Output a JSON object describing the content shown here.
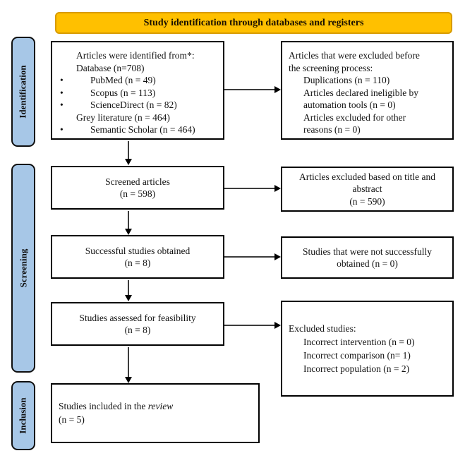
{
  "banner": {
    "title": "Study identification through databases and registers"
  },
  "stages": [
    {
      "label": "Identification"
    },
    {
      "label": "Screening"
    },
    {
      "label": "Inclusion"
    }
  ],
  "glyphs": {
    "bullet": "•"
  },
  "colors": {
    "banner_fill": "#FFC000",
    "banner_border": "#D89B00",
    "stage_fill": "#A7C7E7",
    "box_border": "#000000",
    "arrow": "#3C3C3C"
  },
  "boxes": {
    "identified": {
      "lines": [
        {
          "text": "Articles were identified from*:",
          "style": "main"
        },
        {
          "text": "Database (n=708)",
          "style": "main"
        },
        {
          "text": "PubMed (n = 49)",
          "style": "bullet"
        },
        {
          "text": "Scopus (n = 113)",
          "style": "bullet"
        },
        {
          "text": "ScienceDirect (n = 82)",
          "style": "bullet"
        },
        {
          "text": "Grey literature (n = 464)",
          "style": "main"
        },
        {
          "text": "Semantic Scholar (n = 464)",
          "style": "bullet"
        }
      ]
    },
    "excluded_before_screening": {
      "lines": [
        {
          "text": "Articles that were excluded before",
          "style": "main"
        },
        {
          "text": "the screening process:",
          "style": "main"
        },
        {
          "text": "Duplications (n = 110)",
          "style": "indent"
        },
        {
          "text": "Articles declared ineligible by",
          "style": "indent"
        },
        {
          "text": "automation tools (n = 0)",
          "style": "indent"
        },
        {
          "text": "Articles excluded for other",
          "style": "indent"
        },
        {
          "text": "reasons (n = 0)",
          "style": "indent"
        }
      ]
    },
    "screened": {
      "line1": "Screened articles",
      "line2": "(n = 598)"
    },
    "excluded_title_abstract": {
      "line1": "Articles excluded based on title and",
      "line2": "abstract",
      "line3": "(n = 590)"
    },
    "obtained": {
      "line1": "Successful studies obtained",
      "line2": "(n = 8)"
    },
    "not_obtained": {
      "line1": "Studies that were not successfully",
      "line2": "obtained (n = 0)"
    },
    "feasibility": {
      "line1": "Studies assessed for feasibility",
      "line2": "(n = 8)"
    },
    "excluded_studies": {
      "lines": [
        {
          "text": "Excluded studies:",
          "style": "main"
        },
        {
          "text": "Incorrect intervention (n = 0)",
          "style": "indent"
        },
        {
          "text": "Incorrect comparison (n= 1)",
          "style": "indent"
        },
        {
          "text": "Incorrect population (n = 2)",
          "style": "indent"
        }
      ]
    },
    "included": {
      "prefix": "Studies included in the ",
      "italic": "review",
      "count": "(n = 5)"
    }
  }
}
